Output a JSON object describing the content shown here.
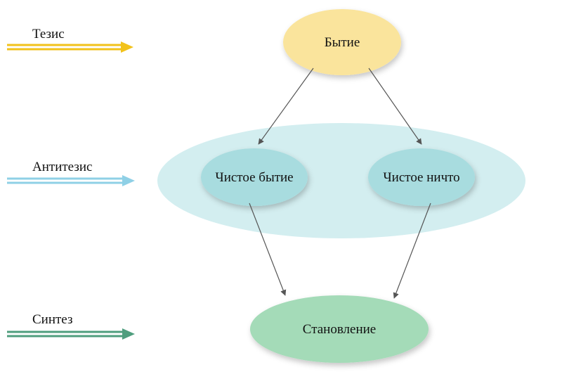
{
  "colors": {
    "thesis": "#f2c21b",
    "antithesis": "#8fd0e6",
    "synthesis": "#4f9e7e",
    "node_thesis": "#fae49c",
    "node_antithesis_group": "#d3eef0",
    "node_antithesis": "#a8dcdf",
    "node_synthesis": "#a4dbb8",
    "edge": "#555555"
  },
  "stages": [
    {
      "label": "Тезис",
      "color": "#f2c21b"
    },
    {
      "label": "Антитезис",
      "color": "#8fd0e6"
    },
    {
      "label": "Синтез",
      "color": "#4f9e7e"
    }
  ],
  "nodes": {
    "being": "Бытие",
    "pure_being": "Чистое бытие",
    "pure_nothing": "Чистое ничто",
    "becoming": "Становление"
  },
  "edges": [
    {
      "from": "being",
      "to": "pure_being"
    },
    {
      "from": "being",
      "to": "pure_nothing"
    },
    {
      "from": "pure_being",
      "to": "becoming"
    },
    {
      "from": "pure_nothing",
      "to": "becoming"
    }
  ]
}
